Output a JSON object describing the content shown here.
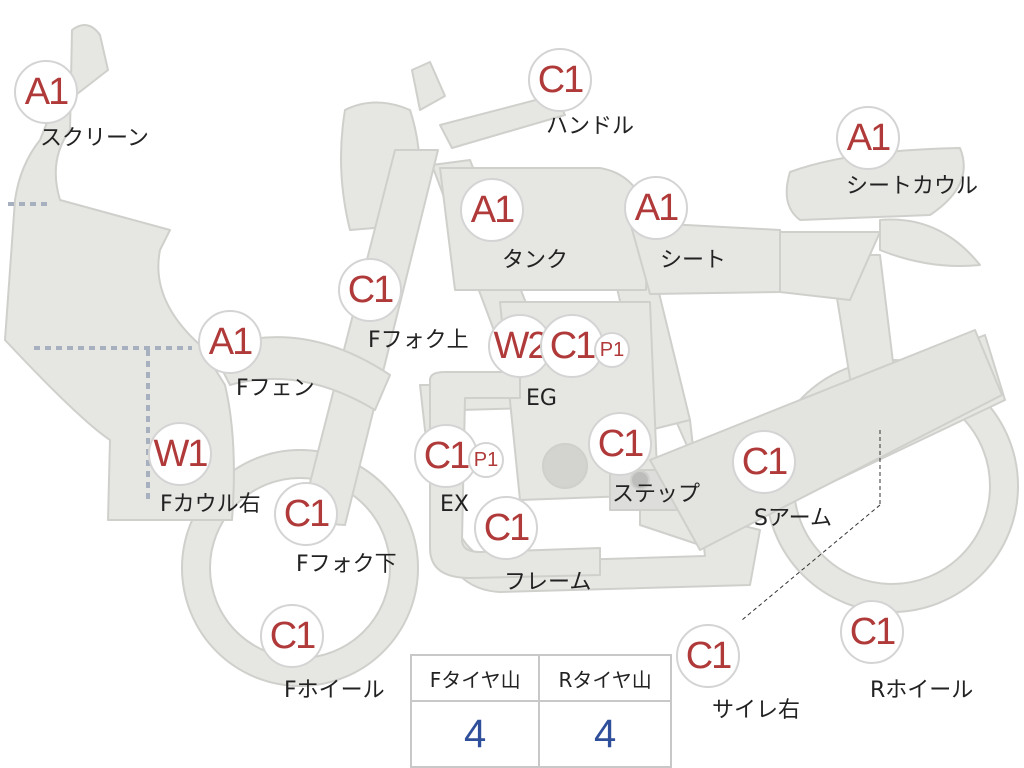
{
  "colors": {
    "part_fill": "#e6e6e3",
    "part_outline": "#cfcfcc",
    "badge_text": "#b03a3a",
    "badge_border": "#d4d4d4",
    "value_text": "#2f4f9a"
  },
  "parts": [
    {
      "id": "screen",
      "grade": "A1",
      "label": "スクリーン"
    },
    {
      "id": "handle",
      "grade": "C1",
      "label": "ハンドル"
    },
    {
      "id": "seat-cowl",
      "grade": "A1",
      "label": "シートカウル"
    },
    {
      "id": "tank",
      "grade": "A1",
      "label": "タンク"
    },
    {
      "id": "seat",
      "grade": "A1",
      "label": "シート"
    },
    {
      "id": "fork-upper",
      "grade": "C1",
      "label": "Fフォク上"
    },
    {
      "id": "front-fender",
      "grade": "A1",
      "label": "Fフェン"
    },
    {
      "id": "engine",
      "grades": [
        "W2",
        "C1",
        "P1"
      ],
      "label": "EG"
    },
    {
      "id": "front-cowl-right",
      "grade": "W1",
      "label": "Fカウル右"
    },
    {
      "id": "exhaust",
      "grades": [
        "C1",
        "P1"
      ],
      "label": "EX"
    },
    {
      "id": "step",
      "grade": "C1",
      "label": "ステップ"
    },
    {
      "id": "swingarm",
      "grade": "C1",
      "label": "Sアーム"
    },
    {
      "id": "fork-lower",
      "grade": "C1",
      "label": "Fフォク下"
    },
    {
      "id": "frame",
      "grade": "C1",
      "label": "フレーム"
    },
    {
      "id": "front-wheel",
      "grade": "C1",
      "label": "Fホイール"
    },
    {
      "id": "muffler-right",
      "grade": "C1",
      "label": "サイレ右"
    },
    {
      "id": "rear-wheel",
      "grade": "C1",
      "label": "Rホイール"
    }
  ],
  "tire_tread": {
    "front_label": "Fタイヤ山",
    "rear_label": "Rタイヤ山",
    "front_value": "4",
    "rear_value": "4"
  }
}
